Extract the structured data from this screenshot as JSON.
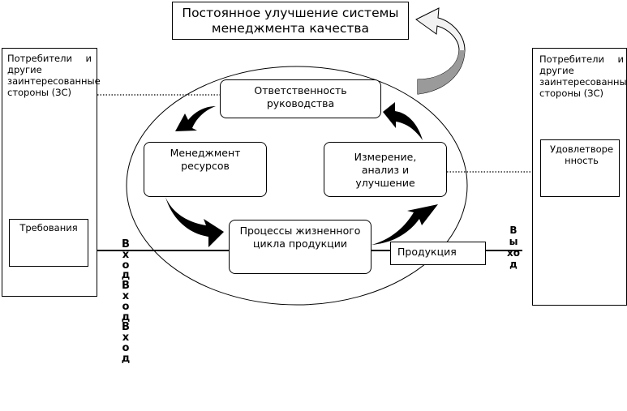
{
  "title": "Постоянное улучшение системы менеджмента качества",
  "left_party": {
    "label": "Потребители и другие заинтересованные стороны (ЗС)",
    "requirements": "Требования"
  },
  "right_party": {
    "label": "Потребители и другие заинтересованные стороны (ЗС)",
    "satisfaction": "Удовлетворенность"
  },
  "processes": {
    "responsibility": "Ответственность руководства",
    "resources": "Менеджмент ресурсов",
    "measurement": "Измерение, анализ и улучшение",
    "lifecycle": "Процессы жизненного цикла продукции"
  },
  "product": "Продукция",
  "input_label": "ВходВходВход",
  "output_label": "Выход",
  "icons": {
    "cycle_arrows": "curved-arrow-icon",
    "improvement_arrow": "curved-up-arrow-icon"
  }
}
